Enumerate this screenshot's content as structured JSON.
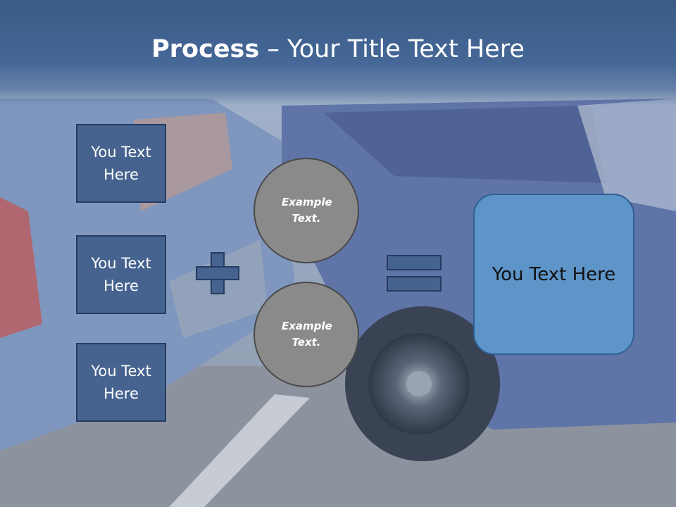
{
  "slide": {
    "title_bold": "Process",
    "title_rest": " – Your Title Text Here",
    "left_boxes": [
      "You Text Here",
      "You Text Here",
      "You Text Here"
    ],
    "circles": [
      "Example Text.",
      "Example Text."
    ],
    "result": "You Text Here",
    "operators": [
      "plus",
      "equals"
    ],
    "colors": {
      "header": "#3b5a86",
      "box": "#46638f",
      "result": "#5e95c9",
      "circle": "#8a8a8a"
    }
  }
}
